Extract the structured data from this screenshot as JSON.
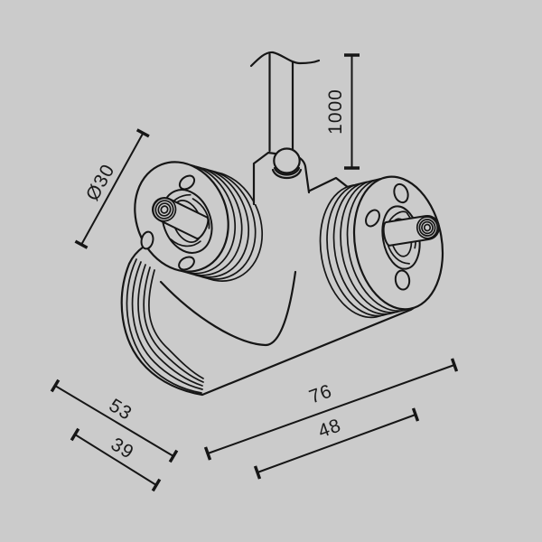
{
  "diagram": {
    "type": "technical-dimension-drawing",
    "subject": "double-head suspended spotlight fixture",
    "dimensions": {
      "diameter": {
        "label": "Ø30"
      },
      "suspension": {
        "label": "1000"
      },
      "left_outer": {
        "label": "53"
      },
      "left_inner": {
        "label": "39"
      },
      "body_length": {
        "label": "76"
      },
      "body_inner_length": {
        "label": "48"
      }
    },
    "colors": {
      "background": "#cbcbcb",
      "line": "#161616",
      "text": "#1a1a1a"
    }
  }
}
